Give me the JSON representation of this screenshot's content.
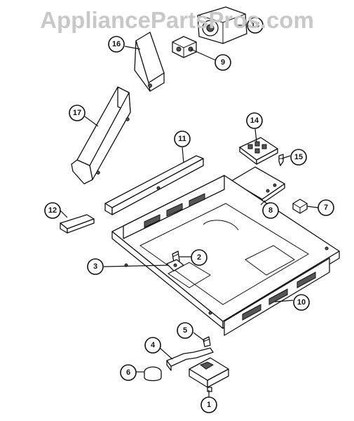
{
  "watermark": "AppliancePartsPros.com",
  "callouts": {
    "c1": "1",
    "c2": "2",
    "c3": "3",
    "c4": "4",
    "c5": "5",
    "c6": "6",
    "c7": "7",
    "c8": "8",
    "c9": "9",
    "c10": "10",
    "c11": "11",
    "c12": "12",
    "c13": "13",
    "c14": "14",
    "c15": "15",
    "c16": "16",
    "c17": "17"
  }
}
